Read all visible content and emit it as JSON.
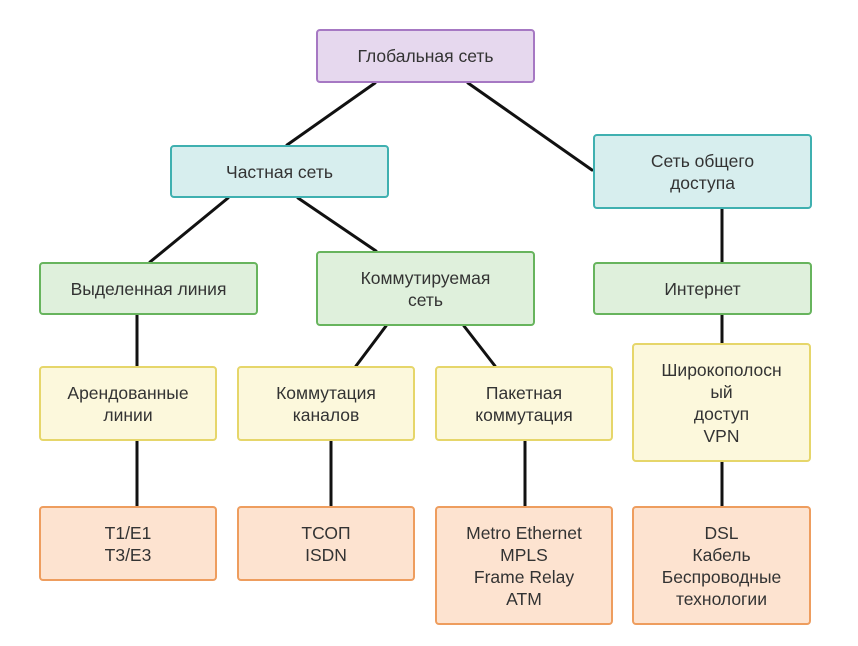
{
  "diagram": {
    "nodes": {
      "root": {
        "lines": [
          "Глобальная сеть"
        ]
      },
      "private": {
        "lines": [
          "Частная сеть"
        ]
      },
      "public": {
        "lines": [
          "Сеть общего",
          "доступа"
        ]
      },
      "dedicated": {
        "lines": [
          "Выделенная линия"
        ]
      },
      "switched": {
        "lines": [
          "Коммутируемая",
          "сеть"
        ]
      },
      "internet": {
        "lines": [
          "Интернет"
        ]
      },
      "leased": {
        "lines": [
          "Арендованные",
          "линии"
        ]
      },
      "circuit": {
        "lines": [
          "Коммутация",
          "каналов"
        ]
      },
      "packet": {
        "lines": [
          "Пакетная",
          "коммутация"
        ]
      },
      "broadband": {
        "lines": [
          "Широкополосн",
          "ый",
          "доступ",
          "VPN"
        ]
      },
      "t1e1": {
        "lines": [
          "T1/E1",
          "T3/E3"
        ]
      },
      "pstn": {
        "lines": [
          "ТСОП",
          "ISDN"
        ]
      },
      "metro": {
        "lines": [
          "Metro Ethernet",
          "MPLS",
          "Frame Relay",
          "ATM"
        ]
      },
      "dsl": {
        "lines": [
          "DSL",
          "Кабель",
          "Беспроводные",
          "технологии"
        ]
      }
    },
    "edges": [
      [
        "root",
        "private"
      ],
      [
        "root",
        "public"
      ],
      [
        "private",
        "dedicated"
      ],
      [
        "private",
        "switched"
      ],
      [
        "public",
        "internet"
      ],
      [
        "dedicated",
        "leased"
      ],
      [
        "switched",
        "circuit"
      ],
      [
        "switched",
        "packet"
      ],
      [
        "internet",
        "broadband"
      ],
      [
        "leased",
        "t1e1"
      ],
      [
        "circuit",
        "pstn"
      ],
      [
        "packet",
        "metro"
      ],
      [
        "broadband",
        "dsl"
      ]
    ],
    "colors": {
      "root": {
        "fill": "#e6d8ee",
        "border": "#a678c3"
      },
      "teal": {
        "fill": "#d7eeee",
        "border": "#3fb0b0"
      },
      "green": {
        "fill": "#dff0dc",
        "border": "#67b45d"
      },
      "yellow": {
        "fill": "#fcf8dc",
        "border": "#e6d66a"
      },
      "orange": {
        "fill": "#fde3d0",
        "border": "#ee9d5e"
      },
      "connector": "#111111",
      "text": "#333333"
    }
  }
}
